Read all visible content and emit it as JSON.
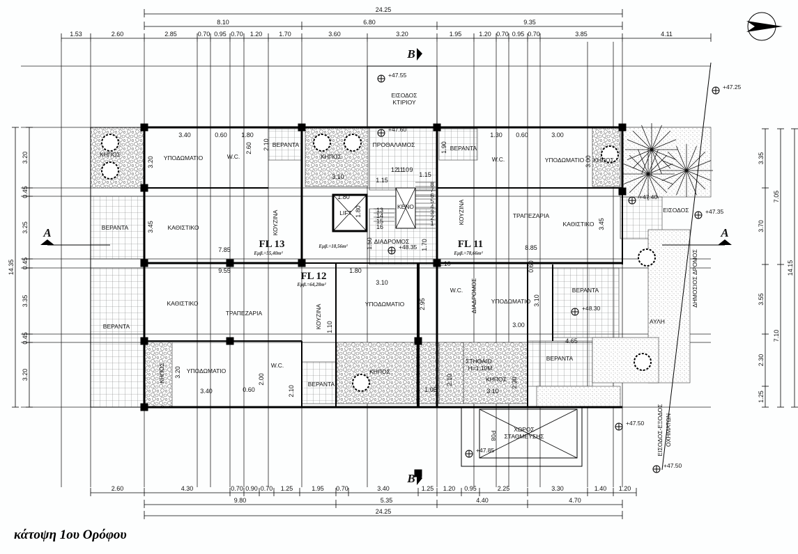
{
  "title": "κάτοψη 1ου Ορόφου",
  "dimensions": {
    "top_total": "24.25",
    "top_groups": [
      "8.10",
      "6.80",
      "9.35"
    ],
    "top_segments": [
      "1.53",
      "2.60",
      "2.85",
      "0.70",
      "0.95",
      "0.70",
      "1.20",
      "1.70",
      "3.60",
      "3.20",
      "1.95",
      "1.20",
      "0.70",
      "0.95",
      "0.70",
      "3.85",
      "4.11"
    ],
    "bottom_segments": [
      "2.60",
      "4.30",
      "0.70",
      "0.90",
      "0.70",
      "1.25",
      "1.95",
      "0.70",
      "3.40",
      "1.25",
      "1.20",
      "0.95",
      "2.25",
      "3.30",
      "1.40",
      "1.20"
    ],
    "bottom_groups": [
      "9.80",
      "5.35",
      "4.40",
      "4.70"
    ],
    "bottom_total": "24.25",
    "left_segments": [
      "3.20",
      "0.45",
      "3.25",
      "0.45",
      "3.35",
      "0.45",
      "3.20"
    ],
    "left_total": "14.35",
    "right_segments": [
      "3.35",
      "3.70",
      "3.55",
      "2.30",
      "1.25"
    ],
    "right_groups": [
      "7.05",
      "7.10"
    ],
    "right_total": "14.15",
    "inner": [
      "3.40",
      "0.60",
      "1.80",
      "2.60",
      "2.10",
      "3.20",
      "3.45",
      "7.85",
      "9.55",
      "3.10",
      "1.80",
      "1.80",
      "1.15",
      "1.15",
      "1.50",
      "1.70",
      "1.90",
      "1.30",
      "0.60",
      "3.00",
      "3.00",
      "3.45",
      "8.85",
      "1.10",
      "3.10",
      "2.95",
      "1.10",
      "3.10",
      "3.00",
      "0.60",
      "4.65",
      "1.80",
      "3.20",
      "3.40",
      "0.60",
      "2.00",
      "2.10",
      "2.10",
      "1.05",
      "3.10",
      "2.30"
    ]
  },
  "apartments": [
    {
      "name": "FL 13",
      "area": "Εμβ.=55,40m²"
    },
    {
      "name": "FL 11",
      "area": "Εμβ.=78,66m²"
    },
    {
      "name": "FL 12",
      "area": "Εμβ.=64,28m²"
    }
  ],
  "core_area": "Εμβ.=18,56m²",
  "rooms": {
    "bedroom": "ΥΠΟΔΩΜΑΤΙΟ",
    "living": "ΚΑΘΙΣΤΙΚΟ",
    "kitchen": "ΚΟΥΖΙΝΑ",
    "dining": "ΤΡΑΠΕΖΑΡΙΑ",
    "veranda": "ΒΕΡΑΝΤΑ",
    "garden": "ΚΗΠΟΣ",
    "wc": "W.C.",
    "corridor": "ΔΙΑΔΡΟΜΟΣ",
    "lobby": "ΠΡΟΘΑΛΑΜΟΣ",
    "building_entrance_1": "ΕΙΣΟΔΟΣ",
    "building_entrance_2": "ΚΤΙΡΙΟΥ",
    "void": "ΚΕΝΟ",
    "lift": "LIFT",
    "entrance": "ΕΙΣΟΔΟΣ",
    "yard": "ΑΥΛΗ",
    "public_road": "ΔΗΜΟΣΙΟΣ ΔΡΟΜΟΣ",
    "parapet_1": "ΣΤΗΘΑΙΟ",
    "parapet_2": "Η=1,10Μ",
    "parking_1": "ΧΩΡΟΣ",
    "parking_2": "ΣΤΑΘΜΕΥΣΗΣ",
    "parking_id": "P08",
    "vehicle_entry_1": "ΕΙΣΟΔΟΣ-ΕΞΟΔΟΣ",
    "vehicle_entry_2": "ΟΧΗΜΑΤΩΝ"
  },
  "levels": [
    "+47.55",
    "+47.60",
    "+48.35",
    "+47.25",
    "+47.40",
    "+47.35",
    "+48.30",
    "+47.85",
    "+47.50",
    "+47.50"
  ],
  "stair_numbers": [
    "12",
    "11",
    "10",
    "9",
    "8",
    "7",
    "6",
    "5",
    "4",
    "3",
    "2",
    "1",
    "13",
    "14",
    "15",
    "16"
  ],
  "sections": {
    "a": "A",
    "b": "B"
  }
}
